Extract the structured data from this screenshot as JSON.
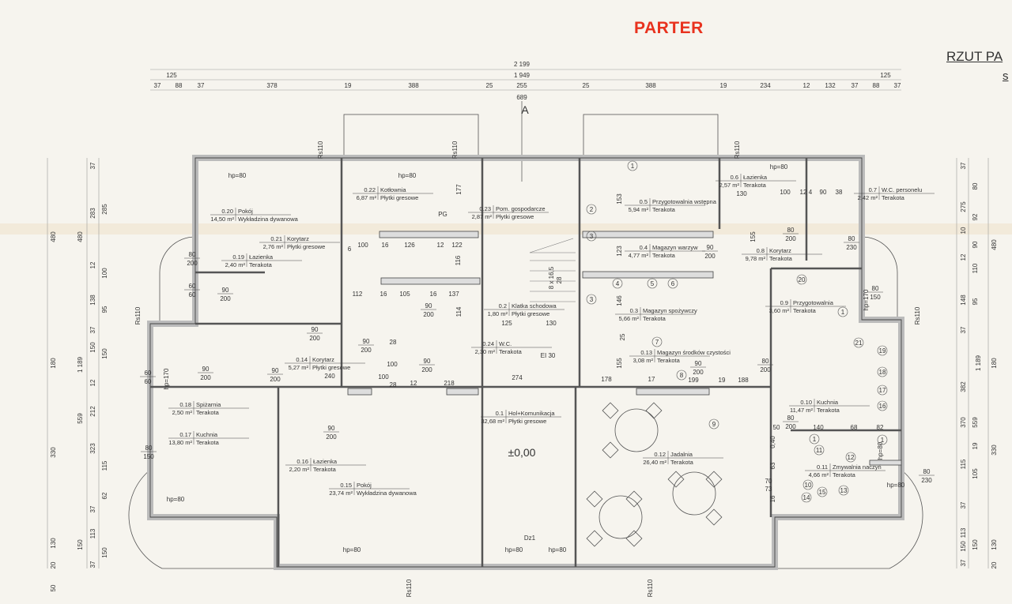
{
  "header": {
    "title": "PARTER",
    "sheet_title": "RZUT PA",
    "sheet_sub": "s"
  },
  "level_mark": "±0,00",
  "section_mark": "A",
  "section_dim": "689",
  "overall_dims": {
    "total": "2 199",
    "inner": "1 949",
    "left_bay": "125",
    "right_bay": "125"
  },
  "top_dims": [
    "37",
    "88",
    "37",
    "378",
    "19",
    "388",
    "25",
    "255",
    "25",
    "388",
    "19",
    "234",
    "12",
    "132",
    "37",
    "88",
    "37"
  ],
  "left_dims": [
    "480",
    "180",
    "330",
    "130",
    "20",
    "50",
    "480",
    "1 189",
    "559",
    "150",
    "37",
    "283",
    "12",
    "138",
    "37",
    "150",
    "12",
    "212",
    "323",
    "37",
    "113",
    "37",
    "285",
    "100",
    "95",
    "150",
    "115",
    "62",
    "150"
  ],
  "right_dims": [
    "37",
    "275",
    "10",
    "12",
    "148",
    "37",
    "1 189",
    "382",
    "370",
    "115",
    "37",
    "113",
    "150",
    "37",
    "80",
    "92",
    "90",
    "110",
    "95",
    "180",
    "559",
    "19",
    "105",
    "150",
    "480",
    "330",
    "130",
    "20"
  ],
  "interior_dims": [
    "177",
    "100",
    "6",
    "16",
    "126",
    "12",
    "122",
    "116",
    "112",
    "16",
    "105",
    "16",
    "137",
    "114",
    "125",
    "130",
    "274",
    "178",
    "17",
    "199",
    "19",
    "188",
    "240",
    "100",
    "100",
    "28",
    "28",
    "12",
    "218",
    "153",
    "123",
    "146",
    "155",
    "155",
    "130",
    "100",
    "12",
    "4",
    "90",
    "38",
    "50",
    "140",
    "68",
    "82",
    "25",
    "8 x 16,5",
    "28",
    "0,40",
    "63",
    "70",
    "73",
    "16"
  ],
  "rooms": [
    {
      "no": "0.20",
      "area": "14,50 m²",
      "name": "Pokój",
      "finish": "Wykładzina dywanowa"
    },
    {
      "no": "0.21",
      "area": "2,76 m²",
      "name": "Korytarz",
      "finish": "Płytki gresowe"
    },
    {
      "no": "0.19",
      "area": "2,40 m²",
      "name": "Łazienka",
      "finish": "Terakota"
    },
    {
      "no": "0.22",
      "area": "6,87 m²",
      "name": "Kotłownia",
      "finish": "Płytki gresowe"
    },
    {
      "no": "0.23",
      "area": "2,87 m²",
      "name": "Pom. gospodarcze",
      "finish": "Płytki gresowe"
    },
    {
      "no": "0.2",
      "area": "1,80 m²",
      "name": "Klatka schodowa",
      "finish": "Płytki gresowe"
    },
    {
      "no": "0.24",
      "area": "2,30 m²",
      "name": "W.C.",
      "finish": "Terakota"
    },
    {
      "no": "0.14",
      "area": "5,27 m²",
      "name": "Korytarz",
      "finish": "Płytki gresowe"
    },
    {
      "no": "0.18",
      "area": "2,50 m²",
      "name": "Spiżarnia",
      "finish": "Terakota"
    },
    {
      "no": "0.17",
      "area": "13,80 m²",
      "name": "Kuchnia",
      "finish": "Terakota"
    },
    {
      "no": "0.16",
      "area": "2,20 m²",
      "name": "Łazienka",
      "finish": "Terakota"
    },
    {
      "no": "0.15",
      "area": "23,74 m²",
      "name": "Pokój",
      "finish": "Wykładzina dywanowa"
    },
    {
      "no": "0.1",
      "area": "32,68 m²",
      "name": "Hol+Komunikacja",
      "finish": "Płytki gresowe"
    },
    {
      "no": "0.12",
      "area": "26,40 m²",
      "name": "Jadalnia",
      "finish": "Terakota"
    },
    {
      "no": "0.13",
      "area": "3,08 m²",
      "name": "Magazyn środków czystości",
      "finish": "Terakota"
    },
    {
      "no": "0.3",
      "area": "5,66 m²",
      "name": "Magazyn spożywczy",
      "finish": "Terakota"
    },
    {
      "no": "0.4",
      "area": "4,77 m²",
      "name": "Magazyn warzyw",
      "finish": "Terakota"
    },
    {
      "no": "0.5",
      "area": "5,94 m²",
      "name": "Przygotowalnia wstępna",
      "finish": "Terakota"
    },
    {
      "no": "0.6",
      "area": "2,57 m²",
      "name": "Łazienka",
      "finish": "Terakota"
    },
    {
      "no": "0.7",
      "area": "2,42 m²",
      "name": "W.C. personelu",
      "finish": "Terakota"
    },
    {
      "no": "0.8",
      "area": "9,78 m²",
      "name": "Korytarz",
      "finish": "Terakota"
    },
    {
      "no": "0.9",
      "area": "3,60 m²",
      "name": "Przygotowalnia",
      "finish": "Terakota"
    },
    {
      "no": "0.10",
      "area": "11,47 m²",
      "name": "Kuchnia",
      "finish": "Terakota"
    },
    {
      "no": "0.11",
      "area": "4,66 m²",
      "name": "Zmywalnia naczyń",
      "finish": "Terakota"
    }
  ],
  "doors": [
    {
      "w": "90",
      "h": "200"
    },
    {
      "w": "80",
      "h": "200"
    },
    {
      "w": "90",
      "h": "200"
    },
    {
      "w": "90",
      "h": "200"
    },
    {
      "w": "90",
      "h": "200"
    },
    {
      "w": "90",
      "h": "200"
    },
    {
      "w": "90",
      "h": "200"
    },
    {
      "w": "90",
      "h": "200"
    },
    {
      "w": "90",
      "h": "200"
    },
    {
      "w": "90",
      "h": "200"
    },
    {
      "w": "80",
      "h": "200"
    },
    {
      "w": "80",
      "h": "200"
    },
    {
      "w": "80",
      "h": "230"
    },
    {
      "w": "80",
      "h": "230"
    },
    {
      "w": "80",
      "h": "200"
    },
    {
      "w": "60",
      "h": "60"
    },
    {
      "w": "60",
      "h": "60"
    },
    {
      "w": "80",
      "h": "150"
    },
    {
      "w": "80",
      "h": "150"
    },
    {
      "w": "90",
      "h": "200"
    }
  ],
  "annotations": [
    "hp=80",
    "hp=80",
    "hp=80",
    "hp=80",
    "hp=80",
    "hp=80",
    "hp=80",
    "hp=80",
    "hp=170",
    "hp=170",
    "hp=80",
    "Rs110",
    "Rs110",
    "Rs110",
    "Rs110",
    "Rs110",
    "Rs110",
    "Rs110",
    "PG",
    "EI 30",
    "Dz1"
  ],
  "equipment": [
    "1",
    "2",
    "3",
    "4",
    "5",
    "6",
    "3",
    "7",
    "8",
    "9",
    "20",
    "1",
    "21",
    "19",
    "18",
    "17",
    "16",
    "1",
    "11",
    "12",
    "10",
    "14",
    "15",
    "13",
    "1"
  ]
}
